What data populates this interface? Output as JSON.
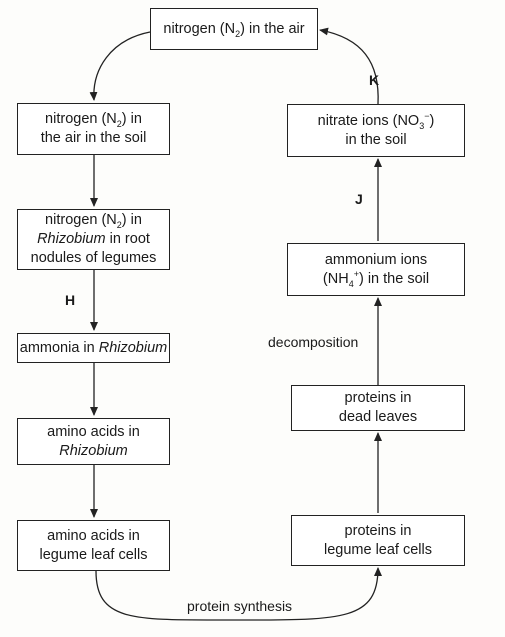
{
  "boxes": {
    "air": {
      "pre": "nitrogen (N",
      "sub": "2",
      "post": ") in the air"
    },
    "soil_air": {
      "l1_pre": "nitrogen (N",
      "l1_sub": "2",
      "l1_post": ") in",
      "l2": "the air in the soil"
    },
    "rhizobium_n2": {
      "l1_pre": "nitrogen (N",
      "l1_sub": "2",
      "l1_post": ") in",
      "l2": "Rhizobium",
      "l2_post": " in root",
      "l3": "nodules of legumes"
    },
    "ammonia": {
      "pre": "ammonia in ",
      "em": "Rhizobium"
    },
    "amino_rhizobium": {
      "l1": "amino acids in",
      "l2": "Rhizobium"
    },
    "amino_leaf": {
      "l1": "amino acids in",
      "l2": "legume leaf cells"
    },
    "proteins_leaf": {
      "l1": "proteins in",
      "l2": "legume leaf cells"
    },
    "proteins_dead": {
      "l1": "proteins in",
      "l2": "dead leaves"
    },
    "ammonium": {
      "l1": "ammonium ions",
      "l2_pre": "(NH",
      "l2_sub": "4",
      "l2_sup": "+",
      "l2_post": ") in the soil"
    },
    "nitrate": {
      "l1_pre": "nitrate ions (NO",
      "l1_sub": "3",
      "l1_sup": "−",
      "l1_post": ")",
      "l2": "in the soil"
    }
  },
  "labels": {
    "H": "H",
    "J": "J",
    "K": "K",
    "decomposition": "decomposition",
    "protein_synthesis": "protein synthesis"
  },
  "colors": {
    "line": "#222222",
    "box_fill": "#ffffff",
    "text": "#1a1a1a"
  }
}
